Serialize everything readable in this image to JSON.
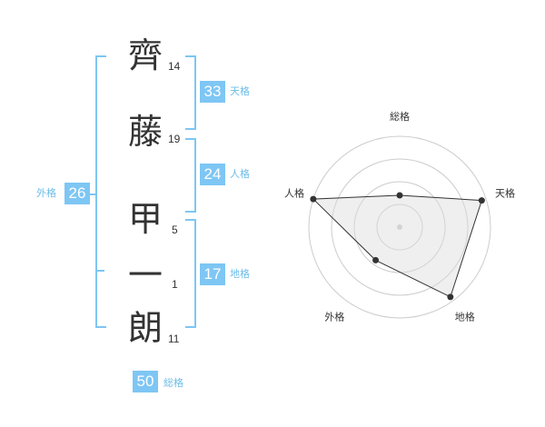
{
  "name": {
    "chars": [
      {
        "char": "齊",
        "strokes": "14"
      },
      {
        "char": "藤",
        "strokes": "19"
      },
      {
        "char": "甲",
        "strokes": "5"
      },
      {
        "char": "一",
        "strokes": "1"
      },
      {
        "char": "朗",
        "strokes": "11"
      }
    ]
  },
  "kaku": {
    "tenkaku": {
      "value": "33",
      "label": "天格"
    },
    "jinkaku": {
      "value": "24",
      "label": "人格"
    },
    "chikaku": {
      "value": "17",
      "label": "地格"
    },
    "gaikaku": {
      "value": "26",
      "label": "外格"
    },
    "soukaku": {
      "value": "50",
      "label": "総格"
    }
  },
  "colors": {
    "accent": "#7ec6f4",
    "accent_text": "#6cbde8",
    "text": "#333333",
    "grid": "#cccccc"
  },
  "chart_data": {
    "type": "radar",
    "axes": [
      "総格",
      "天格",
      "地格",
      "外格",
      "人格"
    ],
    "values": [
      0.35,
      0.95,
      0.95,
      0.45,
      1.0
    ],
    "max": 1.0,
    "rings": 4
  }
}
